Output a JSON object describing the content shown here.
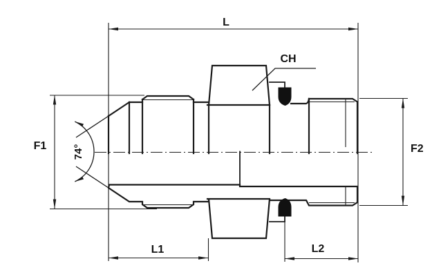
{
  "drawing": {
    "background": "#ffffff",
    "line_color": "#1a1a1a",
    "seal_fill": "#111111",
    "labels": {
      "overall_length": "L",
      "hex_size": "CH",
      "left_thread_size": "F1",
      "right_thread_size": "F2",
      "left_length": "L1",
      "right_length": "L2",
      "cone_angle": "74°"
    }
  }
}
